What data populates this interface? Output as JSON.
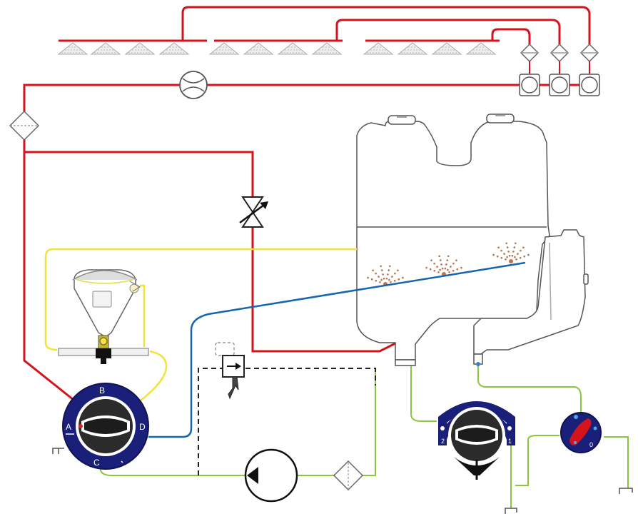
{
  "colors": {
    "pressure_line": "#d4141c",
    "return_line": "#8cc63f",
    "rinse_line": "#1565b0",
    "suction_line": "#f2e23a",
    "valve_blue": "#1a1f7a",
    "control_line": "#222222",
    "outline": "#555555"
  },
  "valve_a_labels": {
    "a": "A",
    "b": "B",
    "c": "C",
    "d": "D"
  },
  "valve_b_labels": {
    "left": "2",
    "right": "1"
  },
  "icons": [
    "nozzle-icon",
    "flowmeter-icon",
    "filter-icon",
    "adjustable-throttle-valve-icon",
    "section-valve-icon",
    "pump-icon",
    "solenoid-valve-icon",
    "hopper-icon",
    "tank-icon",
    "drain-icon"
  ]
}
